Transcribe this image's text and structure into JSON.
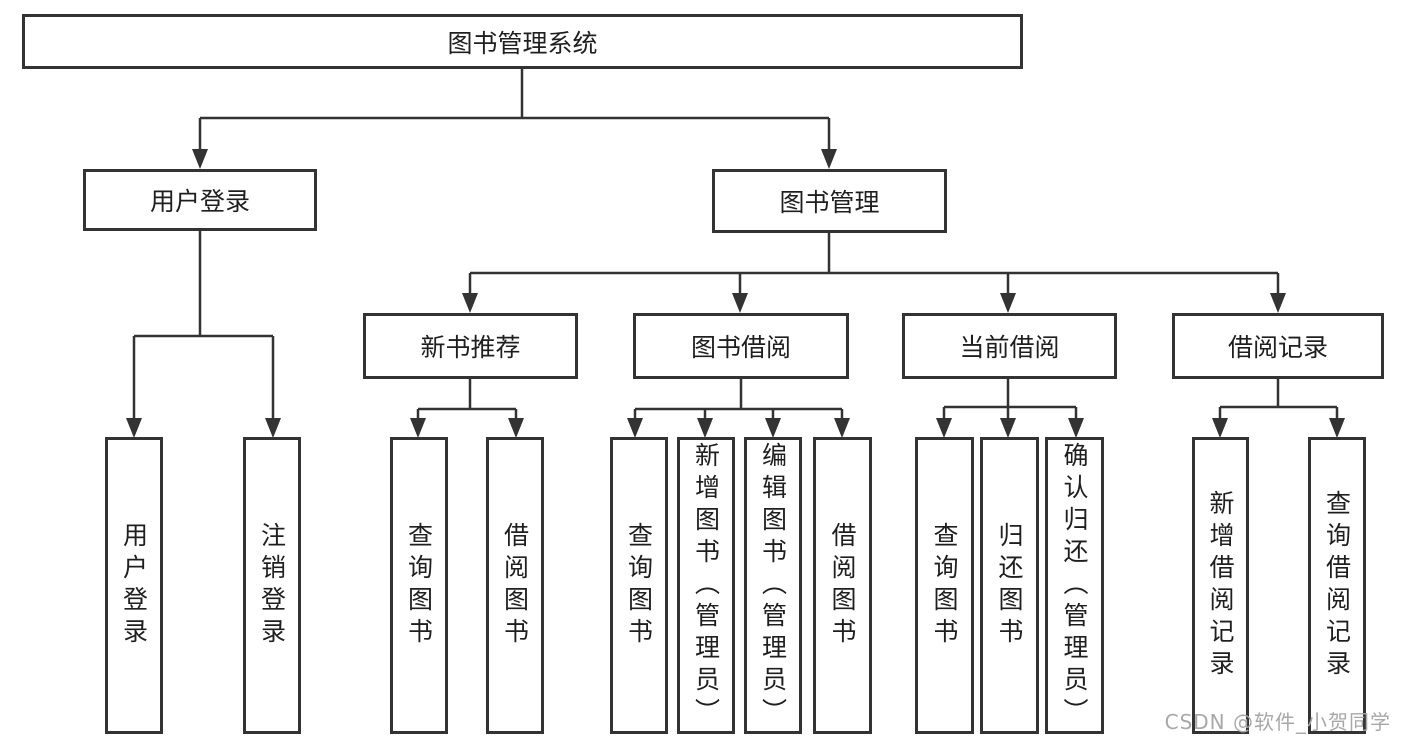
{
  "diagram": {
    "root": {
      "label": "图书管理系统"
    },
    "branches": [
      {
        "label": "用户登录",
        "children": [
          {
            "label": "用户登录"
          },
          {
            "label": "注销登录"
          }
        ]
      },
      {
        "label": "图书管理",
        "children": [
          {
            "label": "新书推荐",
            "children": [
              {
                "label": "查询图书"
              },
              {
                "label": "借阅图书"
              }
            ]
          },
          {
            "label": "图书借阅",
            "children": [
              {
                "label": "查询图书"
              },
              {
                "label": "新增图书（管理员）"
              },
              {
                "label": "编辑图书（管理员）"
              },
              {
                "label": "借阅图书"
              }
            ]
          },
          {
            "label": "当前借阅",
            "children": [
              {
                "label": "查询图书"
              },
              {
                "label": "归还图书"
              },
              {
                "label": "确认归还（管理员）"
              }
            ]
          },
          {
            "label": "借阅记录",
            "children": [
              {
                "label": "新增借阅记录"
              },
              {
                "label": "查询借阅记录"
              }
            ]
          }
        ]
      }
    ]
  },
  "watermark": {
    "text": "CSDN @软件_小贺同学"
  },
  "colors": {
    "line": "#333333",
    "box_border": "#333333",
    "text": "#1f1f1f",
    "watermark": "#a8a8a8",
    "background": "#ffffff"
  }
}
